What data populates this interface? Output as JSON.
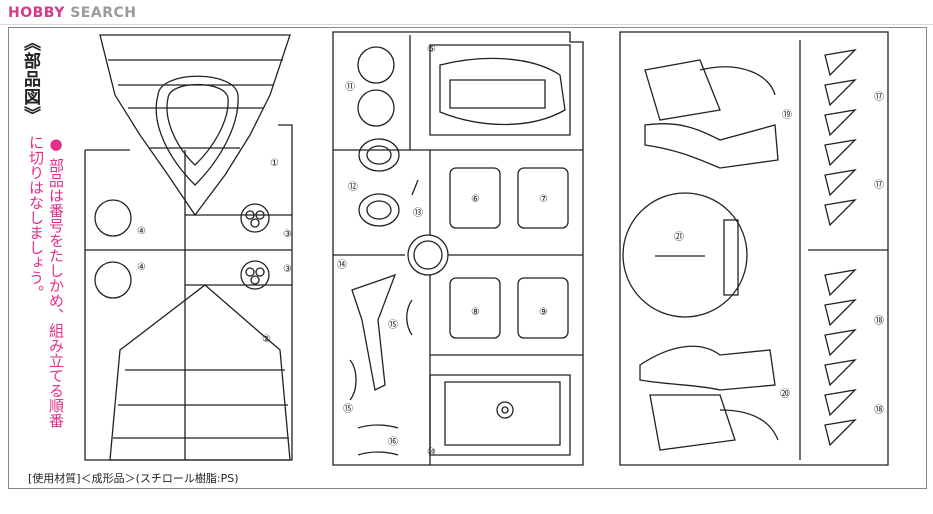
{
  "header": {
    "logo_hobby": "HOBBY",
    "logo_search": "SEARCH"
  },
  "title": "《部品図》",
  "note": "● 部品は番号をたしかめ、組み立てる順番に切りはなしましょう。",
  "material": "[使用材質]＜成形品＞(スチロール樹脂:PS)",
  "part_numbers": {
    "p1": "①",
    "p2": "②",
    "p3a": "③",
    "p3b": "③",
    "p4a": "④",
    "p4b": "④",
    "p5": "⑤",
    "p6": "⑥",
    "p7": "⑦",
    "p8": "⑧",
    "p9": "⑨",
    "p10": "⑩",
    "p11": "⑪",
    "p12": "⑫",
    "p13": "⑬",
    "p14": "⑭",
    "p15a": "⑮",
    "p15b": "⑮",
    "p16": "⑯",
    "p17a": "⑰",
    "p17b": "⑰",
    "p18a": "⑱",
    "p18b": "⑱",
    "p19": "⑲",
    "p20": "⑳",
    "p21": "㉑"
  }
}
